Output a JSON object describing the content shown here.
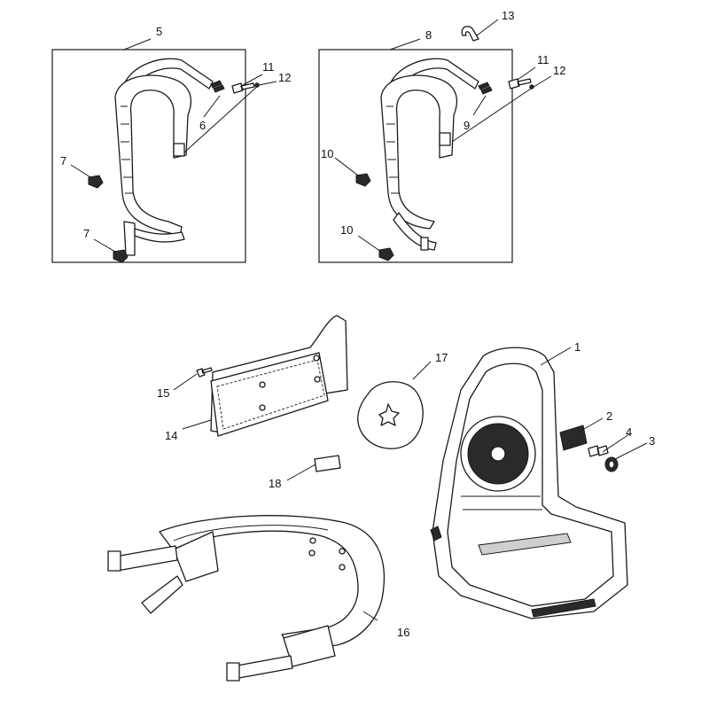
{
  "callouts": {
    "c1": "1",
    "c2": "2",
    "c3": "3",
    "c4": "4",
    "c5": "5",
    "c6": "6",
    "c7a": "7",
    "c7b": "7",
    "c8": "8",
    "c9": "9",
    "c10a": "10",
    "c10b": "10",
    "c11a": "11",
    "c11b": "11",
    "c12a": "12",
    "c12b": "12",
    "c13": "13",
    "c14": "14",
    "c15": "15",
    "c16": "16",
    "c17": "17",
    "c18": "18"
  },
  "colors": {
    "line": "#1a1a1a",
    "background": "#ffffff",
    "dark_fill": "#2a2a2a"
  }
}
